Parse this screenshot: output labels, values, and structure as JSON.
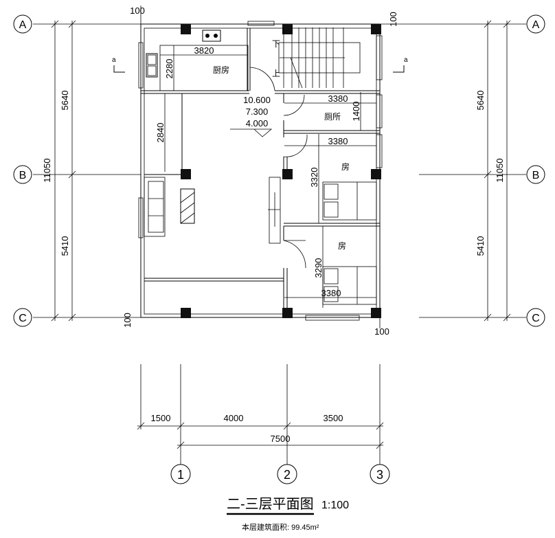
{
  "axes": {
    "rows": [
      "A",
      "B",
      "C"
    ],
    "columns": [
      "1",
      "2",
      "3"
    ]
  },
  "dimensions": {
    "top_offset": "100",
    "top_right_offset": "100",
    "bottom_left_offset": "100",
    "bottom_right_offset": "100",
    "total_depth": "11050",
    "depth_ab": "5640",
    "depth_bc": "5410",
    "bay_left": "1500",
    "bay_1_2": "4000",
    "bay_2_3": "3500",
    "total_width": "7500",
    "kitchen_width": "3820",
    "kitchen_depth": "2280",
    "corridor_depth": "2840",
    "toilet_width": "3380",
    "toilet_depth": "1400",
    "room1_width": "3380",
    "room1_depth": "3320",
    "room2_depth": "3290",
    "room2_width": "3380"
  },
  "elevations": [
    "10.600",
    "7.300",
    "4.000"
  ],
  "rooms": {
    "kitchen": "厨房",
    "toilet": "厕所",
    "bedroom1": "房",
    "bedroom2": "房"
  },
  "stairs": {
    "down": "下",
    "up": "上"
  },
  "section_marks": [
    "a",
    "a"
  ],
  "title": {
    "name": "二-三层平面图",
    "scale": "1:100",
    "area": "本层建筑面积: 99.45m²"
  }
}
